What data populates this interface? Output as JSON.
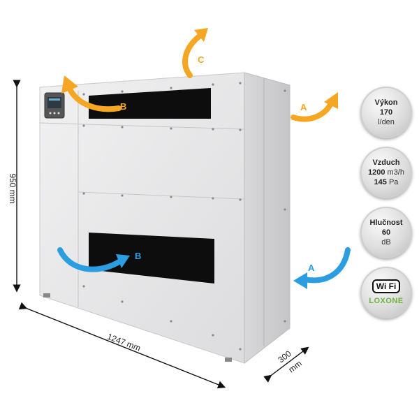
{
  "dimensions": {
    "height": "950 mm",
    "width": "1247 mm",
    "depth": "300 mm"
  },
  "depth_parts": {
    "value": "300",
    "unit": "mm"
  },
  "airflow_labels": {
    "a_top": "A",
    "a_bottom": "A",
    "b_top": "B",
    "b_bottom": "B",
    "c": "C"
  },
  "colors": {
    "orange": "#f5a623",
    "blue": "#2a9ee0",
    "panel": "#e9e9ea",
    "grille": "#0d0d0d"
  },
  "specs": [
    {
      "title": "Výkon",
      "value": "170",
      "unit": "l/den"
    },
    {
      "title": "Vzduch",
      "value": "1200",
      "unit": "m3/h",
      "value2": "145",
      "unit2": "Pa"
    },
    {
      "title": "Hlučnost",
      "value": "60",
      "unit": "dB"
    }
  ],
  "badge": {
    "wifi_text": "Wi Fi",
    "brand_text": "LOXONE",
    "icon": "wifi-loxone-badge"
  }
}
